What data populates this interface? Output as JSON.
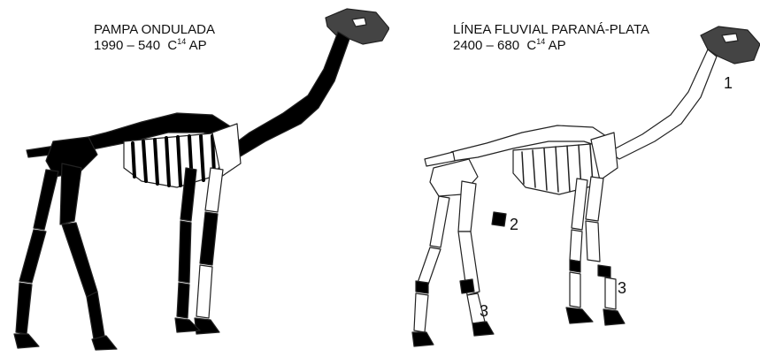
{
  "panels": {
    "left": {
      "title": "PAMPA ONDULADA",
      "date_range": "1990 – 540",
      "isotope_base": "C",
      "isotope_sup": "14",
      "suffix": "AP"
    },
    "right": {
      "title": "LÍNEA FLUVIAL PARANÁ-PLATA",
      "date_range": "2400 – 680",
      "isotope_base": "C",
      "isotope_sup": "14",
      "suffix": "AP"
    }
  },
  "markers": {
    "m1": "1",
    "m2": "2",
    "m3a": "3",
    "m3b": "3"
  },
  "colors": {
    "bone_present": "#000000",
    "bone_absent": "#ffffff",
    "outline": "#222222"
  }
}
